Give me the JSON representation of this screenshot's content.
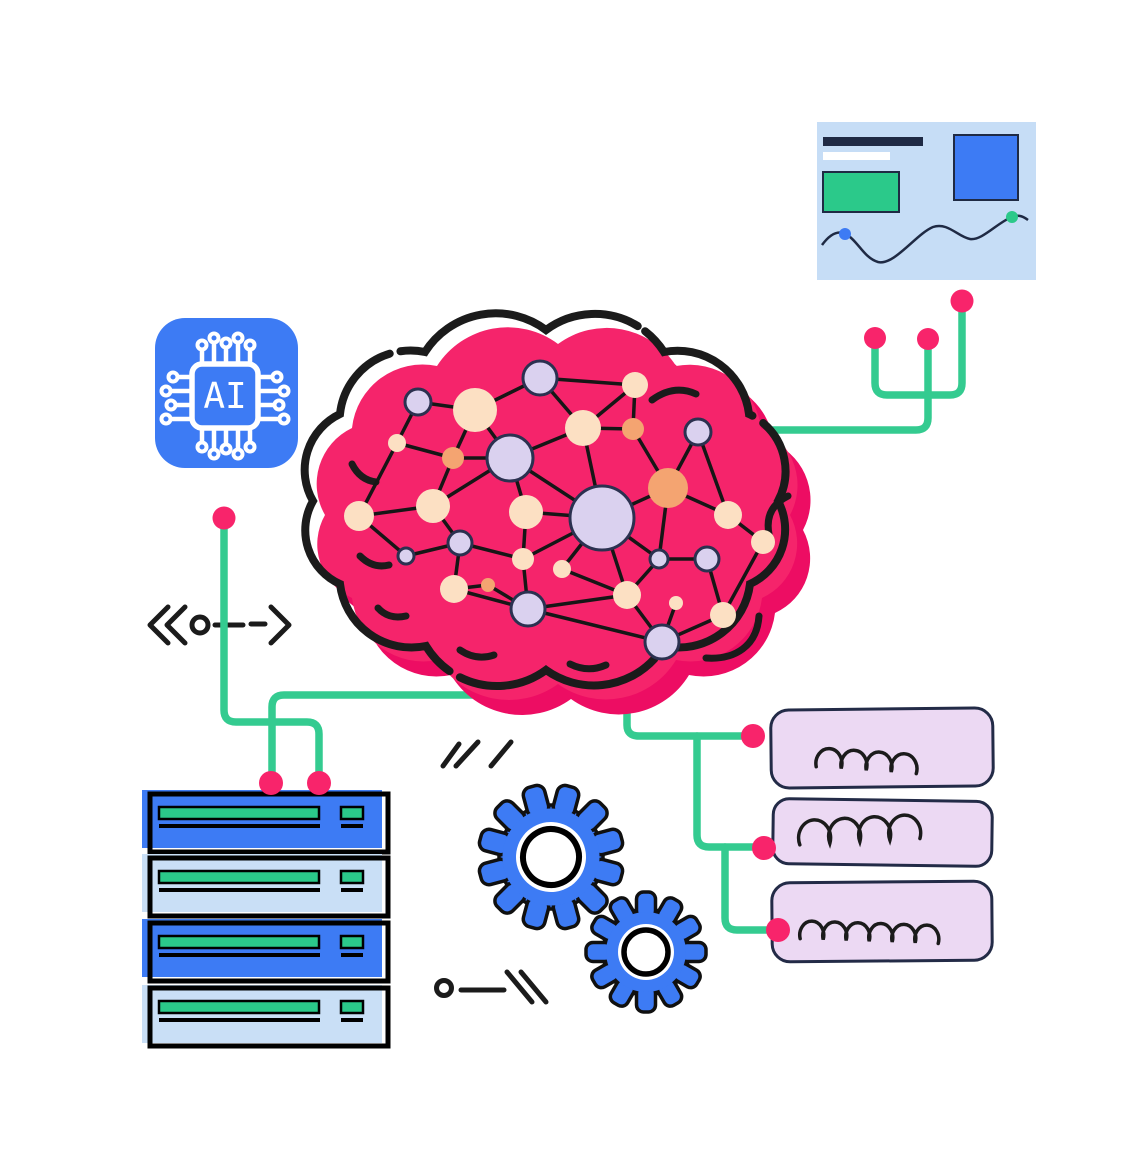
{
  "illustration": {
    "chip": {
      "label": "AI"
    },
    "palette": {
      "brain_pink": "#F5246B",
      "brain_shadow": "#ED0D63",
      "accent_blue": "#3D7BF4",
      "panel_blue": "#C6DDF6",
      "server_light_blue": "#C9DFF6",
      "green": "#2BC98A",
      "connector_green": "#34CB90",
      "node_lavender": "#DAD1EF",
      "node_cream": "#FCE0C3",
      "node_orange": "#F4A471",
      "card_lilac": "#ECD9F3",
      "outline_navy": "#232B47",
      "ink": "#1B1B1B",
      "dot_pink": "#F8246B"
    },
    "icons": [
      {
        "name": "brain-neural-network-icon",
        "meaning": "brain filled with connected neural nodes"
      },
      {
        "name": "ai-chip-icon",
        "meaning": "microchip with AI label and circuit pins"
      },
      {
        "name": "analytics-panel-icon",
        "meaning": "dashboard card with bars and trend line"
      },
      {
        "name": "server-rack-icon",
        "meaning": "stack of four server units with status bars"
      },
      {
        "name": "gear-icon",
        "meaning": "two meshed process gears"
      },
      {
        "name": "note-card-icon",
        "meaning": "rounded cards with handwriting scribbles"
      }
    ]
  }
}
